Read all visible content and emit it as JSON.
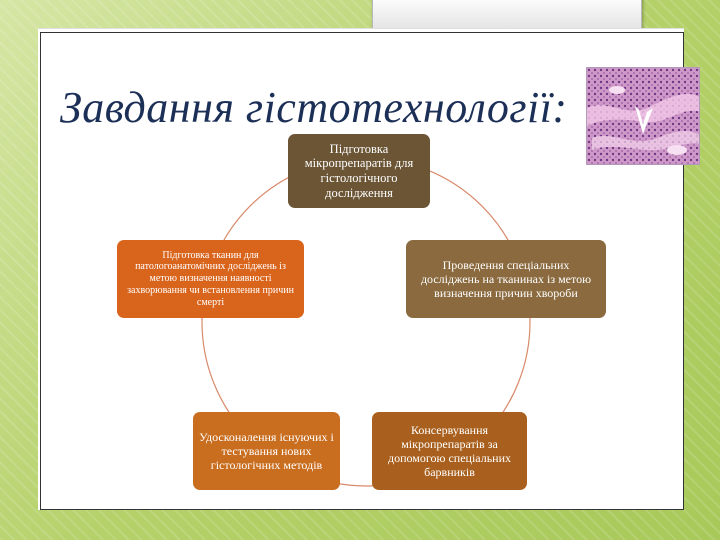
{
  "slide": {
    "title": "Завдання гістотехнології:"
  },
  "diagram": {
    "center_top": "Підготовка мікропрепаратів для гістологічного дослідження",
    "left": "Підготовка тканин для патологоанатомічних досліджень із метою визначення наявності захворювання чи встановлення причин смерті",
    "right": "Проведення спеціальних досліджень на тканинах із метою визначення причин хвороби",
    "bottom_left": "Удосконалення існуючих і тестування нових гістологічних методів",
    "bottom_right": "Консервування мікропрепаратів за допомогою спеціальних барвників"
  },
  "colors": {
    "background": "#b5d16a",
    "title": "#1c2f56",
    "ring": "#d98a6a",
    "box_top": "#6b5535",
    "box_left": "#d9641c",
    "box_right": "#8a6a3e",
    "box_bottom_left": "#c96d1f",
    "box_bottom_right": "#a9601e"
  },
  "image": {
    "description_icon": "histology-micrograph-image"
  }
}
